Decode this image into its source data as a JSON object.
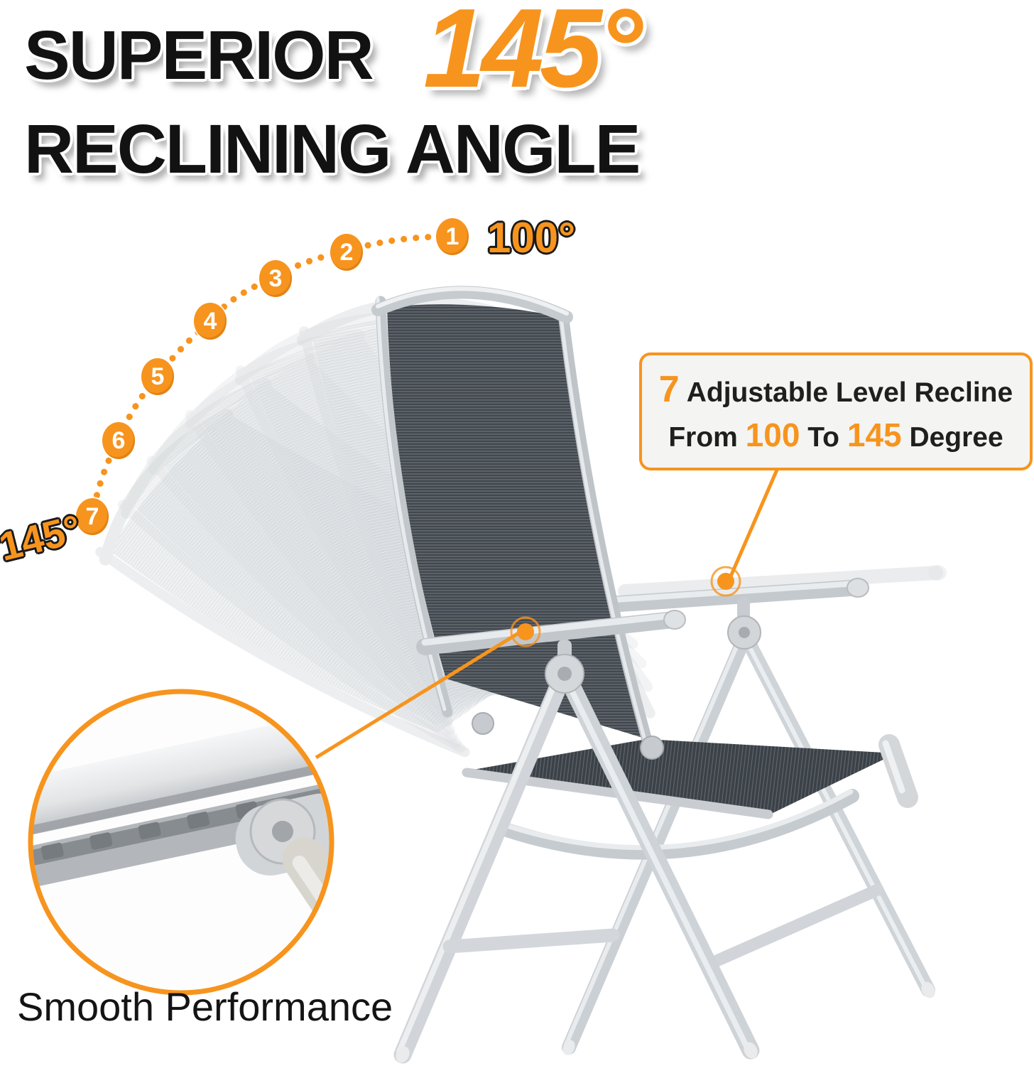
{
  "colors": {
    "accent_orange": "#F7941E",
    "text_black": "#1A1A1A",
    "frame_silver": "#C9CDD1",
    "mesh_dark_gray": "#42484E",
    "callout_background": "#F4F4F2"
  },
  "title": {
    "black_part": "SUPERIOR",
    "orange_part": "145°",
    "second_line": "RECLINING ANGLE"
  },
  "recline_scale": {
    "start_label": "100°",
    "end_label": "145°",
    "levels": [
      "1",
      "2",
      "3",
      "4",
      "5",
      "6",
      "7"
    ]
  },
  "callout": {
    "number": "7",
    "line1": "Adjustable Level Recline",
    "from_word": "From",
    "from_value": "100",
    "to_word": "To",
    "to_value": "145",
    "degree_word": "Degree"
  },
  "caption": {
    "text": "Smooth Performance"
  }
}
